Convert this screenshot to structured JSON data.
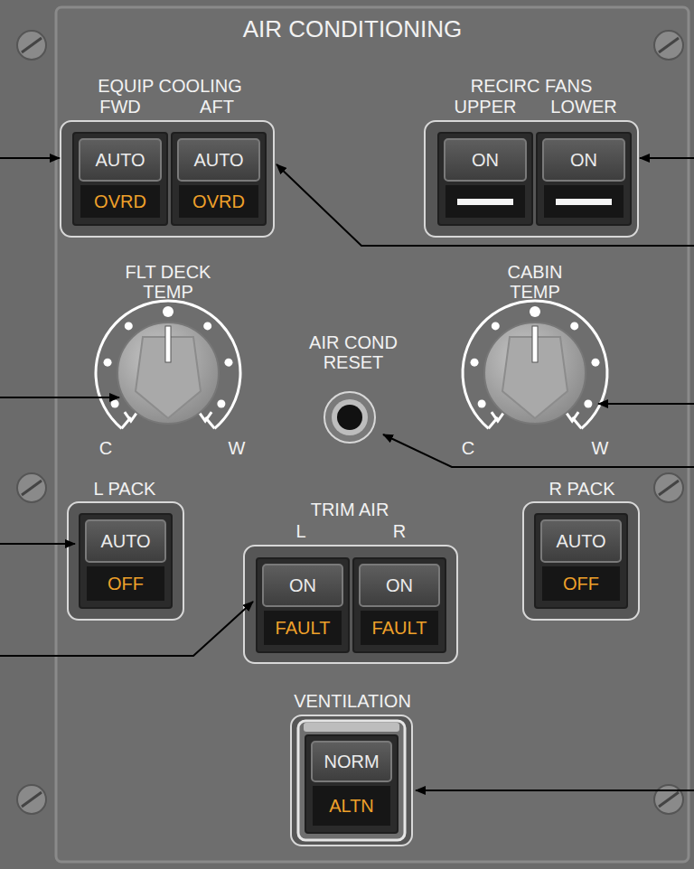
{
  "diagram": {
    "title": "AIR CONDITIONING",
    "nodes": [
      {
        "text": [
          "AUTO",
          "OVRD"
        ]
      },
      {
        "text": [
          "AUTO",
          "OVRD"
        ]
      },
      {
        "text": [
          "ON"
        ]
      },
      {
        "text": [
          "ON"
        ]
      },
      {
        "text": [
          "AUTO",
          "OFF"
        ]
      },
      {
        "text": [
          "ON",
          "FAULT"
        ]
      },
      {
        "text": [
          "ON",
          "FAULT"
        ]
      },
      {
        "text": [
          "AUTO",
          "OFF"
        ]
      },
      {
        "text": [
          "NORM",
          "ALTN"
        ]
      }
    ],
    "labels": [
      "EQUIP COOLING",
      "FWD",
      "AFT",
      "RECIRC FANS",
      "UPPER",
      "LOWER",
      "FLT DECK TEMP",
      "CABIN TEMP",
      "AIR COND RESET",
      "C",
      "W",
      "C",
      "W",
      "L PACK",
      "TRIM AIR",
      "L",
      "R",
      "R PACK",
      "VENTILATION"
    ]
  }
}
